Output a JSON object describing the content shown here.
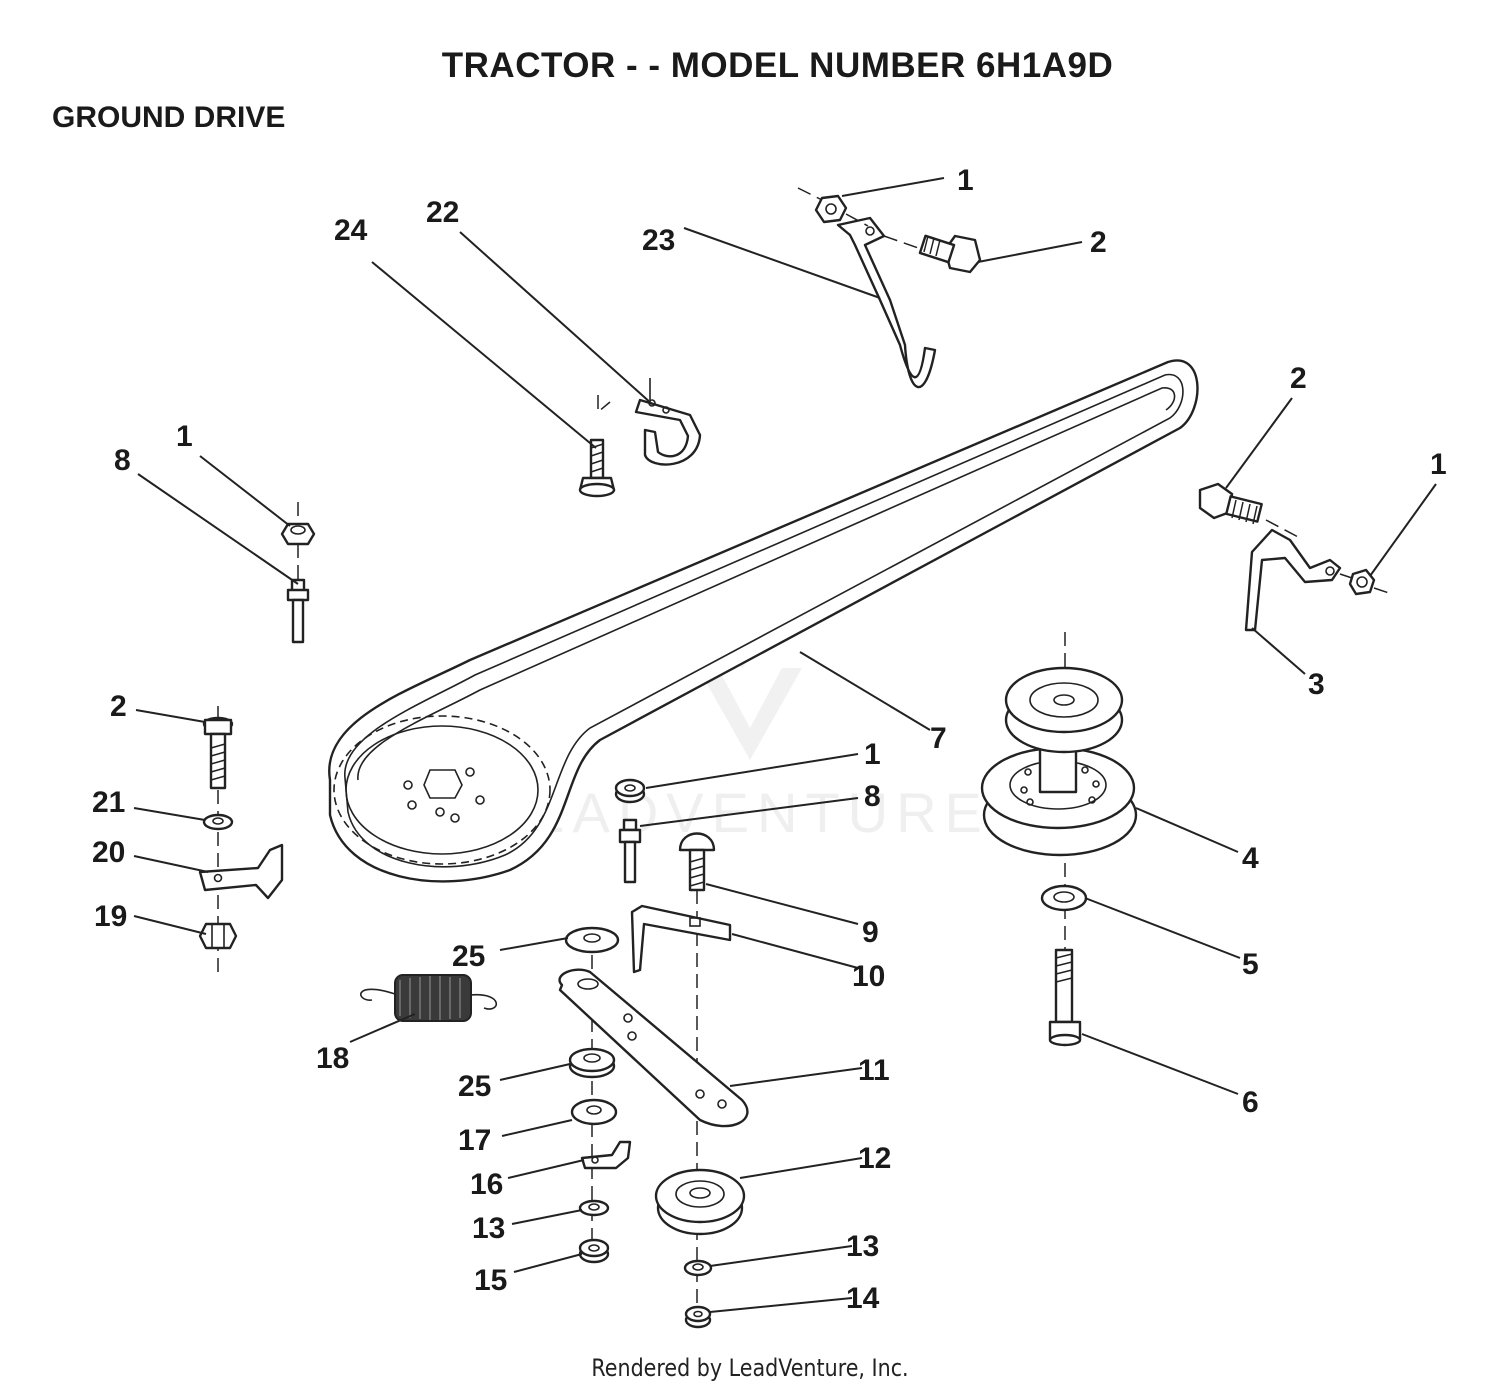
{
  "header": {
    "title": "TRACTOR - - MODEL NUMBER 6H1A9D",
    "section": "GROUND DRIVE"
  },
  "callouts": [
    {
      "id": "c-1a",
      "label": "1"
    },
    {
      "id": "c-2a",
      "label": "2"
    },
    {
      "id": "c-23",
      "label": "23"
    },
    {
      "id": "c-22",
      "label": "22"
    },
    {
      "id": "c-24",
      "label": "24"
    },
    {
      "id": "c-2b",
      "label": "2"
    },
    {
      "id": "c-1b",
      "label": "1"
    },
    {
      "id": "c-1c",
      "label": "1"
    },
    {
      "id": "c-8a",
      "label": "8"
    },
    {
      "id": "c-3",
      "label": "3"
    },
    {
      "id": "c-7",
      "label": "7"
    },
    {
      "id": "c-2c",
      "label": "2"
    },
    {
      "id": "c-1d",
      "label": "1"
    },
    {
      "id": "c-8b",
      "label": "8"
    },
    {
      "id": "c-21",
      "label": "21"
    },
    {
      "id": "c-4",
      "label": "4"
    },
    {
      "id": "c-20",
      "label": "20"
    },
    {
      "id": "c-19",
      "label": "19"
    },
    {
      "id": "c-9",
      "label": "9"
    },
    {
      "id": "c-25a",
      "label": "25"
    },
    {
      "id": "c-10",
      "label": "10"
    },
    {
      "id": "c-5",
      "label": "5"
    },
    {
      "id": "c-18",
      "label": "18"
    },
    {
      "id": "c-11",
      "label": "11"
    },
    {
      "id": "c-25b",
      "label": "25"
    },
    {
      "id": "c-6",
      "label": "6"
    },
    {
      "id": "c-17",
      "label": "17"
    },
    {
      "id": "c-12",
      "label": "12"
    },
    {
      "id": "c-16",
      "label": "16"
    },
    {
      "id": "c-13a",
      "label": "13"
    },
    {
      "id": "c-13b",
      "label": "13"
    },
    {
      "id": "c-15",
      "label": "15"
    },
    {
      "id": "c-14",
      "label": "14"
    }
  ],
  "watermark": {
    "text": "LEADVENTURE"
  },
  "footer": {
    "text": "Rendered by LeadVenture, Inc."
  }
}
